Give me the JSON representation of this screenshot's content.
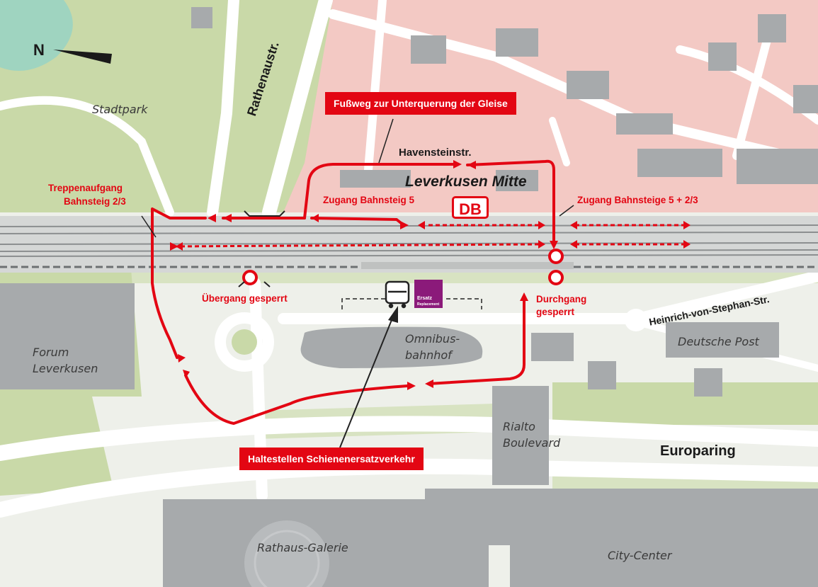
{
  "labels": {
    "north": "N",
    "stadtpark": "Stadtpark",
    "rathenaustr": "Rathenaustr.",
    "havensteinstr": "Havensteinstr.",
    "station_name": "Leverkusen Mitte",
    "db_logo": "DB",
    "forum_line1": "Forum",
    "forum_line2": "Leverkusen",
    "omnibus_line1": "Omnibus-",
    "omnibus_line2": "bahnhof",
    "deutsche_post": "Deutsche Post",
    "heinrich": "Heinrich-von-Stephan-Str.",
    "rialto_line1": "Rialto",
    "rialto_line2": "Boulevard",
    "europaring": "Europaring",
    "rathaus_galerie": "Rathaus-Galerie",
    "city_center": "City-Center"
  },
  "annotations": {
    "fussweg": "Fußweg zur Unterquerung der Gleise",
    "treppen_line1": "Treppenaufgang",
    "treppen_line2": "Bahnsteig 2/3",
    "zugang5": "Zugang Bahnsteig 5",
    "zugang523": "Zugang Bahnsteige 5 + 2/3",
    "uebergang": "Übergang gesperrt",
    "durchgang_line1": "Durchgang",
    "durchgang_line2": "gesperrt",
    "haltestellen": "Haltestellen Schienenersatzverkehr"
  },
  "ersatz_badge": {
    "line1": "Ersatz",
    "line2": "Replacement"
  },
  "colors": {
    "route_red": "#e30613",
    "residential_pink": "#f3c9c4",
    "park_green": "#c9d9a8",
    "building_gray": "#a7aaac",
    "water_teal": "#9fd4c0"
  }
}
